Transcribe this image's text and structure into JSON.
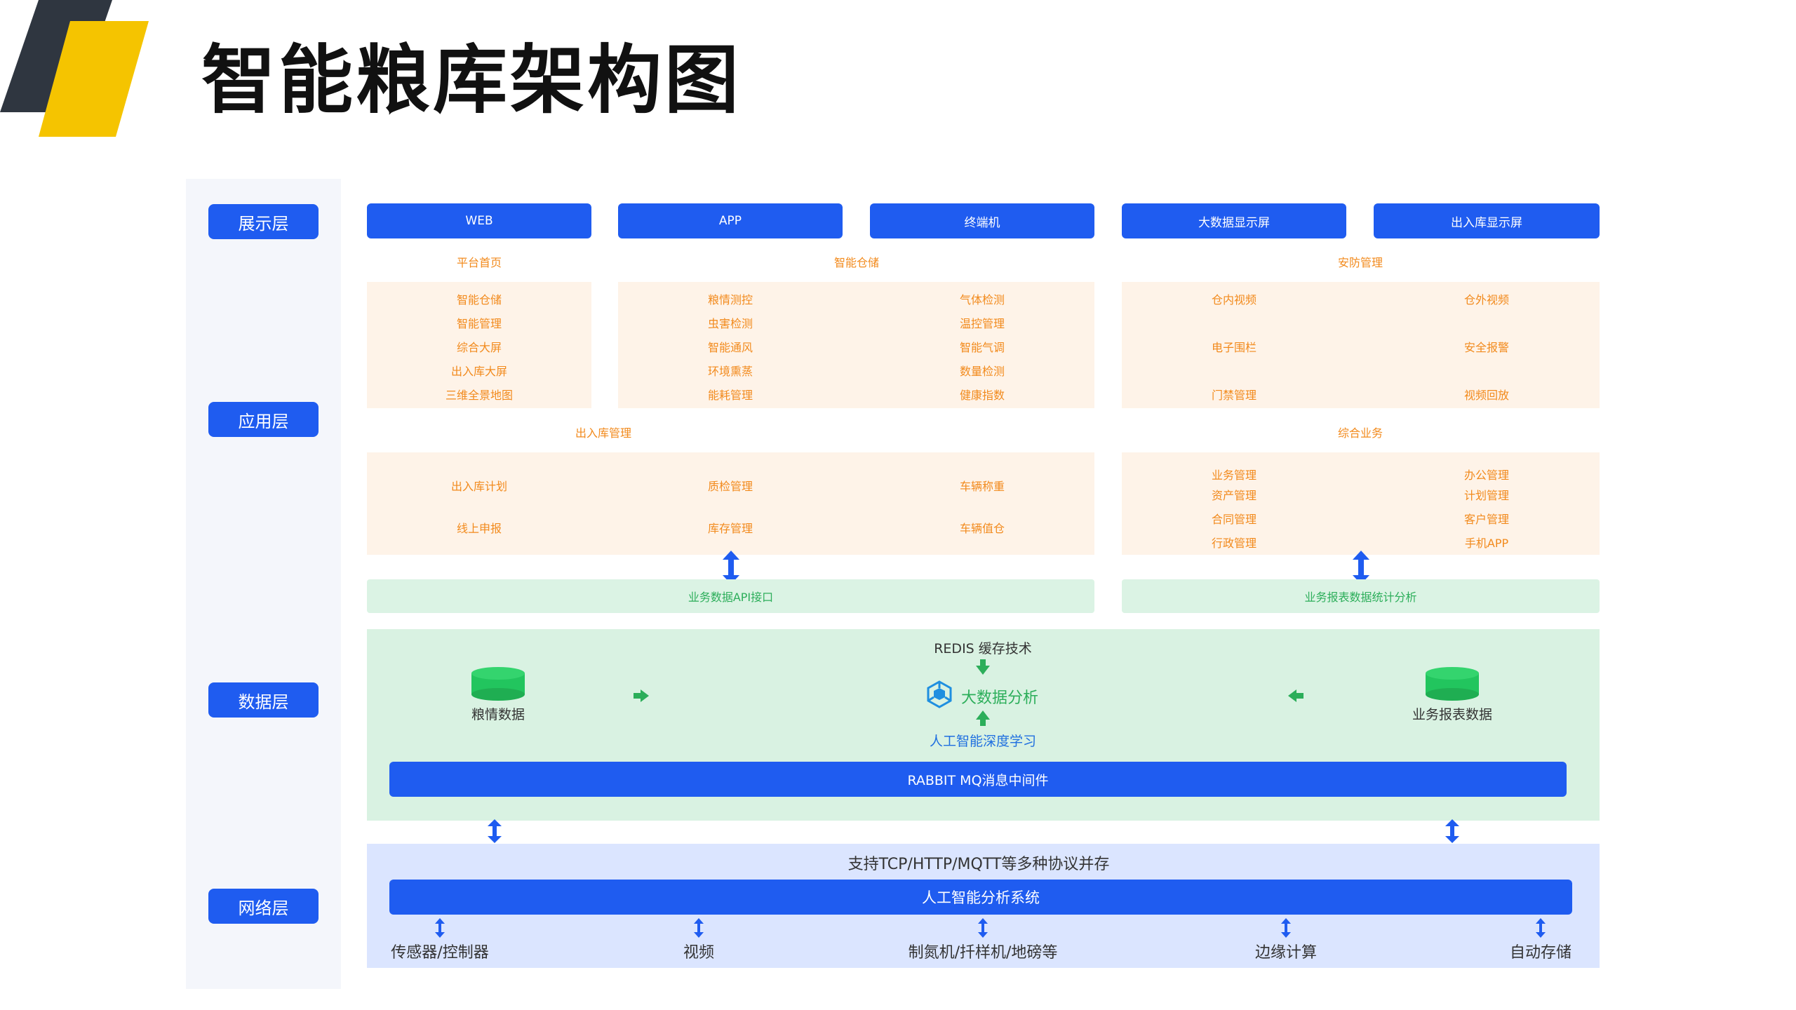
{
  "title": "智能粮库架构图",
  "layers": [
    "展示层",
    "应用层",
    "数据层",
    "网络层"
  ],
  "display_items": [
    "WEB",
    "APP",
    "终端机",
    "大数据显示屏",
    "出入库显示屏"
  ],
  "app": {
    "group1_title": "平台首页",
    "group1_items": [
      "智能仓储",
      "智能管理",
      "综合大屏",
      "出入库大屏",
      "三维全景地图"
    ],
    "group2_title": "智能仓储",
    "group2_col1": [
      "粮情测控",
      "虫害检测",
      "智能通风",
      "环境熏蒸",
      "能耗管理"
    ],
    "group2_col2": [
      "气体检测",
      "温控管理",
      "智能气调",
      "数量检测",
      "健康指数"
    ],
    "group3_title": "安防管理",
    "group3_col1": [
      "仓内视频",
      "电子围栏",
      "门禁管理"
    ],
    "group3_col2": [
      "仓外视频",
      "安全报警",
      "视频回放"
    ],
    "group4_title": "出入库管理",
    "group4_items": [
      "出入库计划",
      "质检管理",
      "车辆称重",
      "线上申报",
      "库存管理",
      "车辆值仓"
    ],
    "group5_title": "综合业务",
    "group5_col1": [
      "业务管理",
      "资产管理",
      "合同管理",
      "行政管理"
    ],
    "group5_col2": [
      "办公管理",
      "计划管理",
      "客户管理",
      "手机APP"
    ]
  },
  "api_left": "业务数据API接口",
  "api_right": "业务报表数据统计分析",
  "data": {
    "redis": "REDIS 缓存技术",
    "bigdata": "大数据分析",
    "ai_learning": "人工智能深度学习",
    "left_db": "粮情数据",
    "right_db": "业务报表数据",
    "mq": "RABBIT MQ消息中间件"
  },
  "network": {
    "protocol": "支持TCP/HTTP/MQTT等多种协议并存",
    "system": "人工智能分析系统",
    "devices": [
      "传感器/控制器",
      "视频",
      "制氮机/扦样机/地磅等",
      "边缘计算",
      "自动存储"
    ]
  },
  "colors": {
    "blue": "#1f5cf0",
    "orange": "#f28a1c",
    "green": "#2cae5a",
    "yellow": "#f5c400",
    "dark": "#2f3640"
  }
}
